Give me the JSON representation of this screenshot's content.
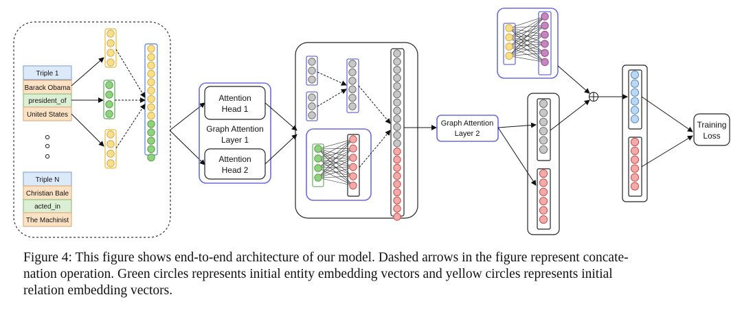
{
  "triples": [
    {
      "header": "Triple 1",
      "head": "Barack Obama",
      "relation": "president_of",
      "tail": "United States"
    },
    {
      "header": "Triple N",
      "head": "Christian Bale",
      "relation": "acted_in",
      "tail": "The Machinist"
    }
  ],
  "gat1": {
    "head1": [
      "Attention",
      "Head 1"
    ],
    "title": [
      "Graph Attention",
      "Layer 1"
    ],
    "head2": [
      "Attention",
      "Head 2"
    ]
  },
  "gat2": [
    "Graph Attention",
    "Layer 2"
  ],
  "training_loss": [
    "Training",
    "Loss"
  ],
  "caption": [
    "Figure 4: This figure shows end-to-end architecture of our model. Dashed arrows in the figure represent concate-",
    "nation operation.  Green circles represents initial entity embedding vectors and yellow circles represents initial",
    "relation embedding vectors."
  ],
  "colors": {
    "yellow_fill": "#f7e08a",
    "yellow_stroke": "#d6a84a",
    "green_fill": "#8fd37e",
    "green_stroke": "#5a9a4a",
    "gray_fill": "#c8c8c8",
    "gray_stroke": "#6a6a6a",
    "red_fill": "#f4aaa8",
    "red_stroke": "#c0504d",
    "purple_fill": "#c687c0",
    "purple_stroke": "#8a4a8a",
    "blue_fill": "#bcd7f2",
    "blue_stroke": "#5b8bbf",
    "frame_blue": "#6a6ae0",
    "header_fill": "#dce9f9",
    "orange_fill": "#fbe2c4",
    "rel_fill": "#dcefd5"
  }
}
